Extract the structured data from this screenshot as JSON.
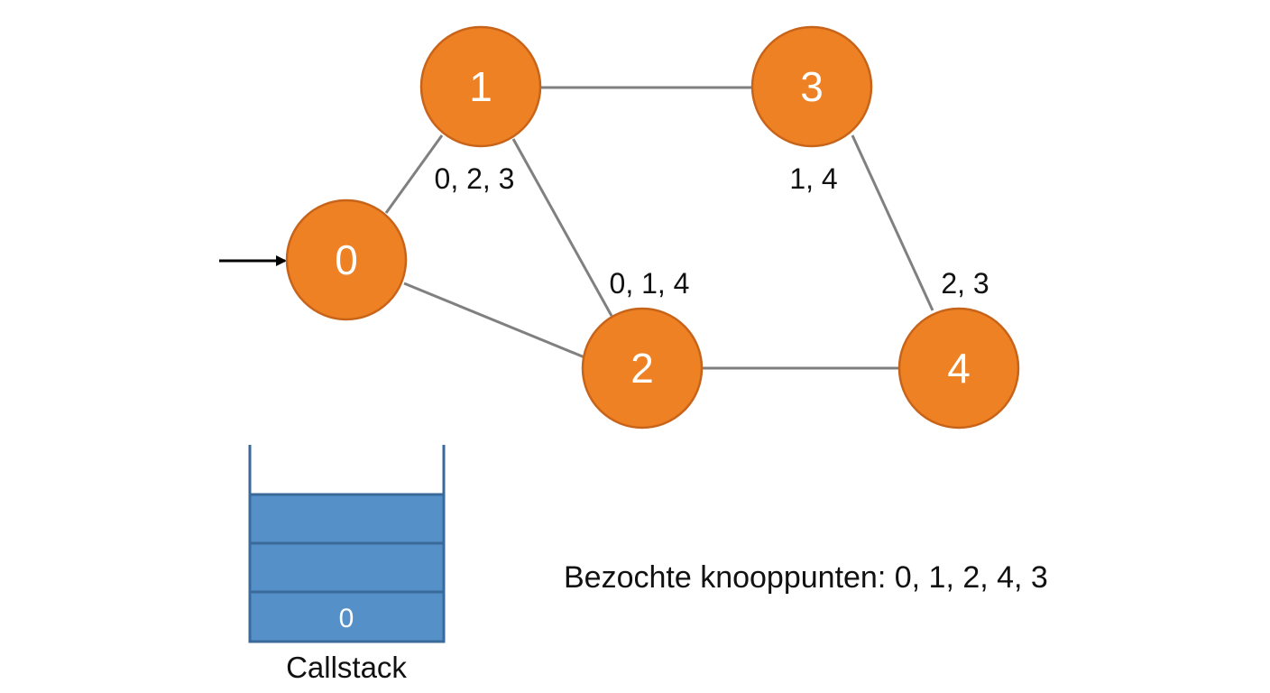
{
  "graph": {
    "nodes": [
      {
        "id": "0",
        "adjacency": ""
      },
      {
        "id": "1",
        "adjacency": "0, 2, 3"
      },
      {
        "id": "2",
        "adjacency": "0, 1, 4"
      },
      {
        "id": "3",
        "adjacency": "1, 4"
      },
      {
        "id": "4",
        "adjacency": "2, 3"
      }
    ],
    "edges": [
      [
        "0",
        "1"
      ],
      [
        "0",
        "2"
      ],
      [
        "1",
        "2"
      ],
      [
        "1",
        "3"
      ],
      [
        "2",
        "4"
      ],
      [
        "3",
        "4"
      ]
    ],
    "start_node": "0",
    "node_color": "#ee8123",
    "edge_color": "#808080"
  },
  "callstack": {
    "caption": "Callstack",
    "slots": [
      "",
      "",
      "0"
    ],
    "color": "#5590c9"
  },
  "visited": {
    "text": "Bezochte knooppunten: 0, 1, 2, 4, 3"
  }
}
